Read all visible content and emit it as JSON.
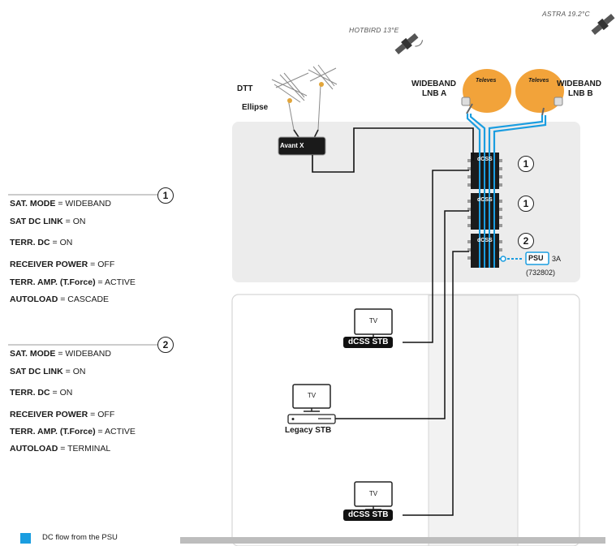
{
  "satellites": {
    "hotbird": "HOTBIRD 13°E",
    "astra": "ASTRA 19.2°C"
  },
  "antenna": {
    "line1": "DTT",
    "line2": "Ellipse"
  },
  "amplifier": {
    "brand": "Avant X"
  },
  "lnb_a": {
    "line1": "WIDEBAND",
    "line2": "LNB A",
    "dish_brand": "Televes"
  },
  "lnb_b": {
    "line1": "WIDEBAND",
    "line2": "LNB B",
    "dish_brand": "Televes"
  },
  "multiswitch_modules": [
    {
      "label": "dCSS",
      "number": "1"
    },
    {
      "label": "dCSS",
      "number": "1"
    },
    {
      "label": "dCSS",
      "number": "2"
    }
  ],
  "psu": {
    "label": "PSU",
    "rating": "3A",
    "ref": "(732802)"
  },
  "config_1": {
    "number": "1",
    "lines": [
      {
        "key": "SAT. MODE",
        "sep": " = ",
        "value": "WIDEBAND"
      },
      {
        "key": "SAT DC LINK",
        "sep": " = ",
        "value": "ON"
      },
      {
        "key": "TERR. DC",
        "sep": " = ",
        "value": "ON"
      },
      {
        "key": "RECEIVER POWER",
        "sep": " = ",
        "value": "OFF"
      },
      {
        "key": "TERR. AMP. (T.Force)",
        "sep": " = ",
        "value": "ACTIVE"
      },
      {
        "key": "AUTOLOAD",
        "sep": " = ",
        "value": "CASCADE"
      }
    ]
  },
  "config_2": {
    "number": "2",
    "lines": [
      {
        "key": "SAT. MODE",
        "sep": " = ",
        "value": "WIDEBAND"
      },
      {
        "key": "SAT DC LINK",
        "sep": " = ",
        "value": "ON"
      },
      {
        "key": "TERR. DC",
        "sep": " = ",
        "value": "ON"
      },
      {
        "key": "RECEIVER POWER",
        "sep": " = ",
        "value": "OFF"
      },
      {
        "key": "TERR. AMP. (T.Force)",
        "sep": " = ",
        "value": "ACTIVE"
      },
      {
        "key": "AUTOLOAD",
        "sep": " = ",
        "value": "TERMINAL"
      }
    ]
  },
  "receivers": [
    {
      "tv": "TV",
      "stb": "dCSS STB"
    },
    {
      "tv": "TV",
      "stb": "Legacy STB"
    },
    {
      "tv": "TV",
      "stb": "dCSS STB"
    }
  ],
  "legend": {
    "dc_flow": "DC flow from the PSU",
    "dc_color": "#1a9de0"
  },
  "colors": {
    "dish": "#f2a33a",
    "dc_flow": "#1a9de0",
    "panel": "#ececec"
  }
}
